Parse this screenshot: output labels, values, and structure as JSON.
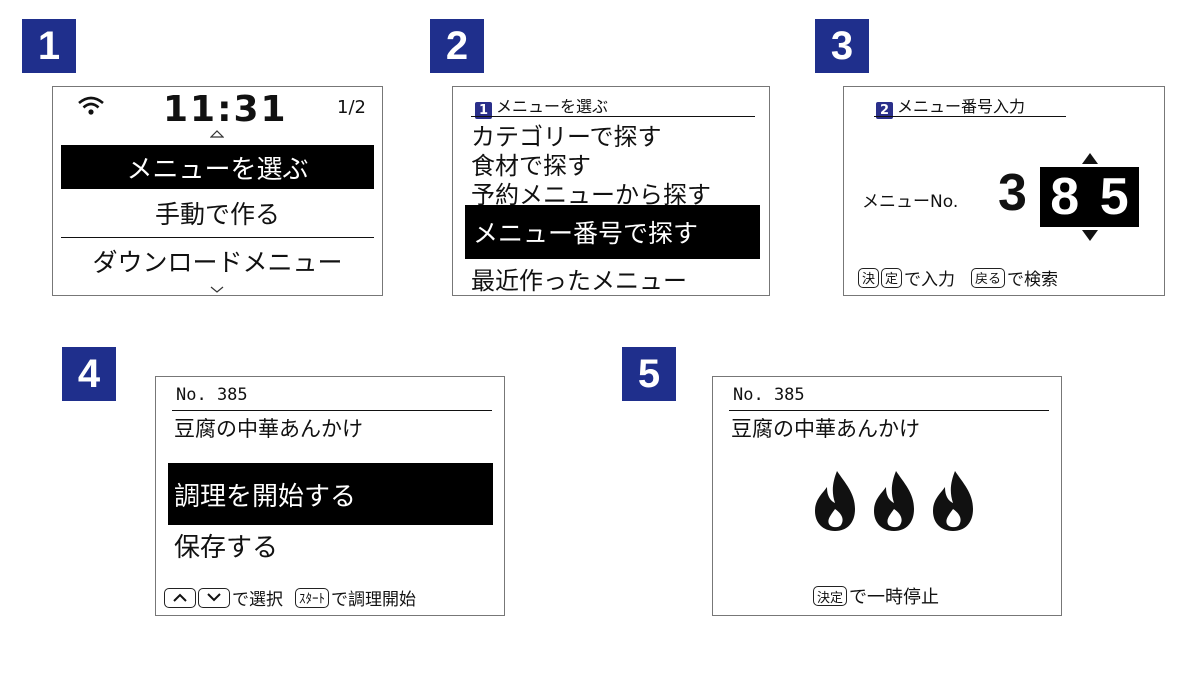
{
  "steps": [
    "1",
    "2",
    "3",
    "4",
    "5"
  ],
  "screen1": {
    "time": "11:31",
    "page": "1/2",
    "items": [
      "メニューを選ぶ",
      "手動で作る",
      "ダウンロードメニュー"
    ]
  },
  "screen2": {
    "header_num": "1",
    "header": "メニューを選ぶ",
    "items": [
      "カテゴリーで探す",
      "食材で探す",
      "予約メニューから探す",
      "メニュー番号で探す",
      "最近作ったメニュー"
    ]
  },
  "screen3": {
    "header_num": "2",
    "header": "メニュー番号入力",
    "label": "メニューNo.",
    "digits": [
      "3",
      "8",
      "5"
    ],
    "key1": "決",
    "key2": "定",
    "enter_text": "で入力",
    "key3": "戻る",
    "search_text": "で検索"
  },
  "screen4": {
    "number": "No. 385",
    "title": "豆腐の中華あんかけ",
    "items": [
      "調理を開始する",
      "保存する"
    ],
    "select_text": "で選択",
    "start_key": "ｽﾀｰﾄ",
    "start_text": "で調理開始"
  },
  "screen5": {
    "number": "No. 385",
    "title": "豆腐の中華あんかけ",
    "key": "決定",
    "pause_text": "で一時停止"
  },
  "icons": {
    "wifi": "wifi-icon",
    "up": "chevron-up-icon",
    "down": "chevron-down-icon",
    "flame": "flame-icon"
  }
}
